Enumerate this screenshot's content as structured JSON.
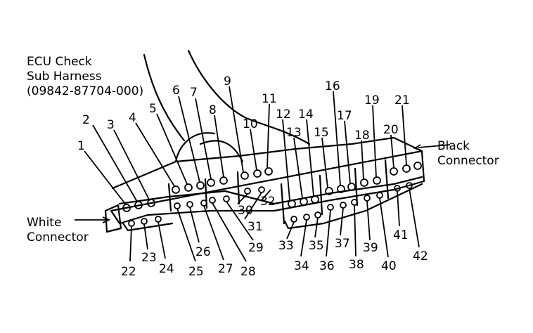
{
  "title_lines": [
    "ECU Check",
    "Sub Harness",
    "(09842-87704-000)"
  ],
  "black_connector": [
    "Black",
    "Connector"
  ],
  "white_connector": [
    "White",
    "Connector"
  ],
  "pins": [
    "1",
    "2",
    "3",
    "4",
    "5",
    "6",
    "7",
    "8",
    "9",
    "10",
    "11",
    "12",
    "13",
    "14",
    "15",
    "16",
    "17",
    "18",
    "19",
    "20",
    "21",
    "22",
    "23",
    "24",
    "25",
    "26",
    "27",
    "28",
    "29",
    "30",
    "31",
    "32",
    "33",
    "34",
    "35",
    "36",
    "37",
    "38",
    "39",
    "40",
    "41",
    "42"
  ]
}
